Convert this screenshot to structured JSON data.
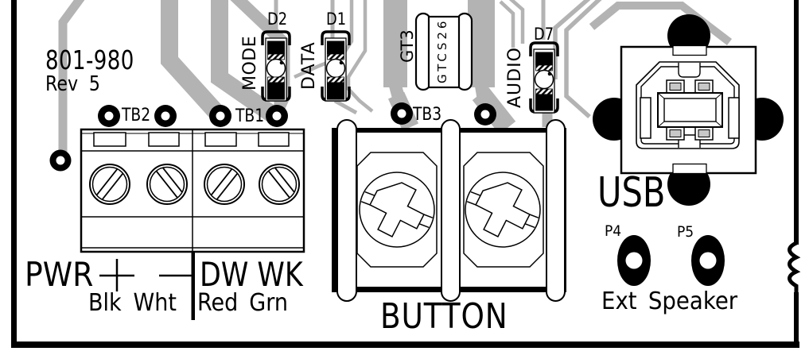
{
  "board": {
    "part_number": "801-980",
    "revision": "Rev 5"
  },
  "palette": {
    "trace_gray": "#b3b3b3",
    "ink_black": "#000000",
    "pin_gray": "#c8c8c8"
  },
  "terminal_blocks": {
    "tb2": {
      "label": "TB2",
      "signal": "PWR",
      "positive": "+",
      "negative": "—",
      "wire_colors": "Blk Wht"
    },
    "tb1": {
      "label": "TB1",
      "signal": "DW WK",
      "wire_colors": "Red Grn"
    },
    "tb3": {
      "label": "TB3",
      "signal": "BUTTON"
    }
  },
  "leds": {
    "d2": {
      "designator": "D2",
      "function": "MODE"
    },
    "d1": {
      "designator": "D1",
      "function": "DATA"
    },
    "d7": {
      "designator": "D7",
      "function": "AUDIO"
    }
  },
  "components": {
    "gt3": {
      "designator": "GT3",
      "part": "GTCS26"
    },
    "usb": {
      "label": "USB"
    },
    "ext_speaker": {
      "p4": "P4",
      "p5": "P5",
      "label": "Ext Speaker"
    }
  }
}
